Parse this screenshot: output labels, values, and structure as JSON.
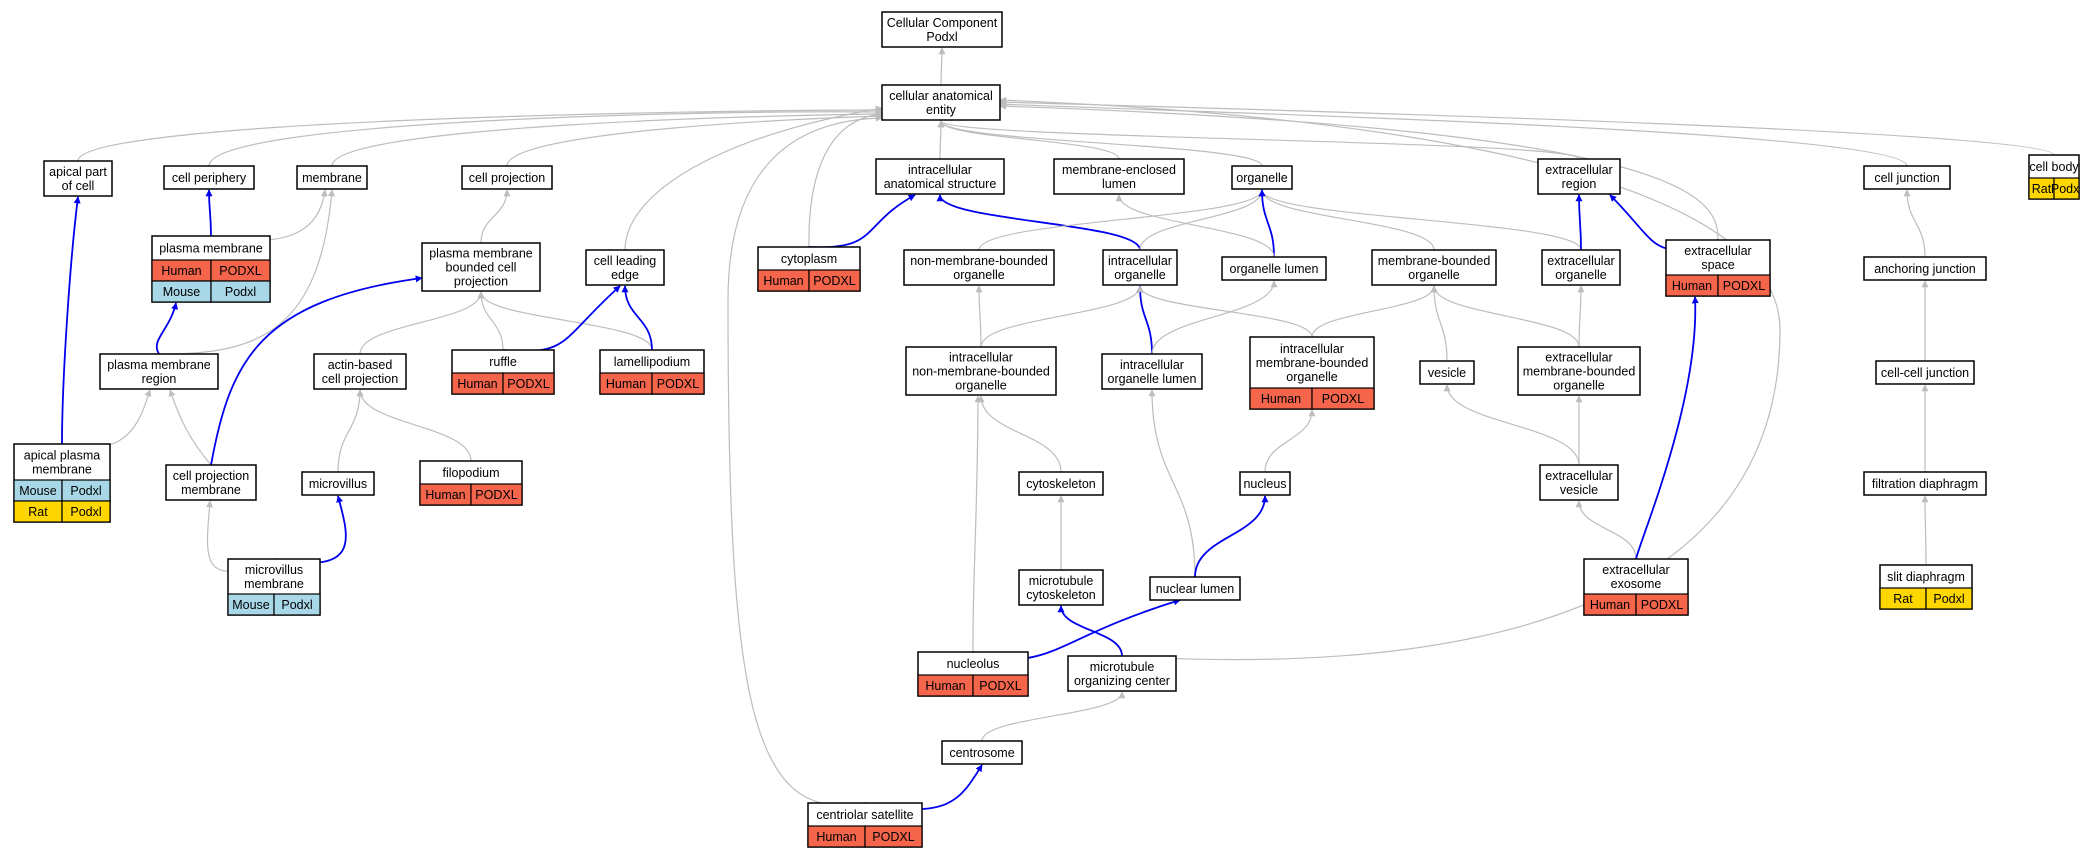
{
  "colors": {
    "gray_edge": "#bdbdbd",
    "blue_edge": "#0000ee",
    "human": "#f4654c",
    "mouse": "#a8d8e8",
    "rat": "#ffd700"
  },
  "nodes": [
    {
      "id": "root",
      "lines": [
        "Cellular Component",
        "Podxl"
      ],
      "badges": []
    },
    {
      "id": "cae",
      "lines": [
        "cellular anatomical",
        "entity"
      ],
      "badges": []
    },
    {
      "id": "apical_part",
      "lines": [
        "apical part",
        "of cell"
      ],
      "badges": []
    },
    {
      "id": "cell_periphery",
      "lines": [
        "cell periphery"
      ],
      "badges": []
    },
    {
      "id": "membrane",
      "lines": [
        "membrane"
      ],
      "badges": []
    },
    {
      "id": "cell_projection",
      "lines": [
        "cell projection"
      ],
      "badges": []
    },
    {
      "id": "ias",
      "lines": [
        "intracellular",
        "anatomical structure"
      ],
      "badges": []
    },
    {
      "id": "mel",
      "lines": [
        "membrane-enclosed",
        "lumen"
      ],
      "badges": []
    },
    {
      "id": "organelle",
      "lines": [
        "organelle"
      ],
      "badges": []
    },
    {
      "id": "ec_region",
      "lines": [
        "extracellular",
        "region"
      ],
      "badges": []
    },
    {
      "id": "cell_junction",
      "lines": [
        "cell junction"
      ],
      "badges": []
    },
    {
      "id": "cell_body",
      "lines": [
        "cell body"
      ],
      "badges": [
        [
          "Rat",
          "Podxl"
        ]
      ]
    },
    {
      "id": "plasma_membrane",
      "lines": [
        "plasma membrane"
      ],
      "badges": [
        [
          "Human",
          "PODXL"
        ],
        [
          "Mouse",
          "Podxl"
        ]
      ]
    },
    {
      "id": "pmbcp",
      "lines": [
        "plasma membrane",
        "bounded cell",
        "projection"
      ],
      "badges": []
    },
    {
      "id": "cle",
      "lines": [
        "cell leading",
        "edge"
      ],
      "badges": []
    },
    {
      "id": "cytoplasm",
      "lines": [
        "cytoplasm"
      ],
      "badges": [
        [
          "Human",
          "PODXL"
        ]
      ]
    },
    {
      "id": "nmbo",
      "lines": [
        "non-membrane-bounded",
        "organelle"
      ],
      "badges": []
    },
    {
      "id": "ic_organelle",
      "lines": [
        "intracellular",
        "organelle"
      ],
      "badges": []
    },
    {
      "id": "organelle_lumen",
      "lines": [
        "organelle lumen"
      ],
      "badges": []
    },
    {
      "id": "mbo",
      "lines": [
        "membrane-bounded",
        "organelle"
      ],
      "badges": []
    },
    {
      "id": "ec_organelle",
      "lines": [
        "extracellular",
        "organelle"
      ],
      "badges": []
    },
    {
      "id": "ec_space",
      "lines": [
        "extracellular",
        "space"
      ],
      "badges": [
        [
          "Human",
          "PODXL"
        ]
      ]
    },
    {
      "id": "anchoring_junction",
      "lines": [
        "anchoring junction"
      ],
      "badges": []
    },
    {
      "id": "pm_region",
      "lines": [
        "plasma membrane",
        "region"
      ],
      "badges": []
    },
    {
      "id": "actin_proj",
      "lines": [
        "actin-based",
        "cell projection"
      ],
      "badges": []
    },
    {
      "id": "ruffle",
      "lines": [
        "ruffle"
      ],
      "badges": [
        [
          "Human",
          "PODXL"
        ]
      ]
    },
    {
      "id": "lamellipodium",
      "lines": [
        "lamellipodium"
      ],
      "badges": [
        [
          "Human",
          "PODXL"
        ]
      ]
    },
    {
      "id": "ic_nmbo",
      "lines": [
        "intracellular",
        "non-membrane-bounded",
        "organelle"
      ],
      "badges": []
    },
    {
      "id": "ic_organelle_lumen",
      "lines": [
        "intracellular",
        "organelle lumen"
      ],
      "badges": []
    },
    {
      "id": "ic_mbo",
      "lines": [
        "intracellular",
        "membrane-bounded",
        "organelle"
      ],
      "badges": [
        [
          "Human",
          "PODXL"
        ]
      ]
    },
    {
      "id": "vesicle",
      "lines": [
        "vesicle"
      ],
      "badges": []
    },
    {
      "id": "ec_mbo",
      "lines": [
        "extracellular",
        "membrane-bounded",
        "organelle"
      ],
      "badges": []
    },
    {
      "id": "cell_cell_junction",
      "lines": [
        "cell-cell junction"
      ],
      "badges": []
    },
    {
      "id": "apical_pm",
      "lines": [
        "apical plasma",
        "membrane"
      ],
      "badges": [
        [
          "Mouse",
          "Podxl"
        ],
        [
          "Rat",
          "Podxl"
        ]
      ]
    },
    {
      "id": "cp_membrane",
      "lines": [
        "cell projection",
        "membrane"
      ],
      "badges": []
    },
    {
      "id": "microvillus",
      "lines": [
        "microvillus"
      ],
      "badges": []
    },
    {
      "id": "filopodium",
      "lines": [
        "filopodium"
      ],
      "badges": [
        [
          "Human",
          "PODXL"
        ]
      ]
    },
    {
      "id": "cytoskeleton",
      "lines": [
        "cytoskeleton"
      ],
      "badges": []
    },
    {
      "id": "nucleus",
      "lines": [
        "nucleus"
      ],
      "badges": []
    },
    {
      "id": "ec_vesicle",
      "lines": [
        "extracellular",
        "vesicle"
      ],
      "badges": []
    },
    {
      "id": "filtration_diaphragm",
      "lines": [
        "filtration diaphragm"
      ],
      "badges": []
    },
    {
      "id": "mv_membrane",
      "lines": [
        "microvillus",
        "membrane"
      ],
      "badges": [
        [
          "Mouse",
          "Podxl"
        ]
      ]
    },
    {
      "id": "mt_cytoskeleton",
      "lines": [
        "microtubule",
        "cytoskeleton"
      ],
      "badges": []
    },
    {
      "id": "nuclear_lumen",
      "lines": [
        "nuclear lumen"
      ],
      "badges": []
    },
    {
      "id": "ec_exosome",
      "lines": [
        "extracellular",
        "exosome"
      ],
      "badges": [
        [
          "Human",
          "PODXL"
        ]
      ]
    },
    {
      "id": "slit_diaphragm",
      "lines": [
        "slit diaphragm"
      ],
      "badges": [
        [
          "Rat",
          "Podxl"
        ]
      ]
    },
    {
      "id": "nucleolus",
      "lines": [
        "nucleolus"
      ],
      "badges": [
        [
          "Human",
          "PODXL"
        ]
      ]
    },
    {
      "id": "mtoc",
      "lines": [
        "microtubule",
        "organizing center"
      ],
      "badges": []
    },
    {
      "id": "centrosome",
      "lines": [
        "centrosome"
      ],
      "badges": []
    },
    {
      "id": "centriolar_satellite",
      "lines": [
        "centriolar satellite"
      ],
      "badges": [
        [
          "Human",
          "PODXL"
        ]
      ]
    }
  ],
  "edges": [
    {
      "from": "cae",
      "to": "root",
      "kind": "gray"
    },
    {
      "from": "apical_part",
      "to": "cae",
      "kind": "gray"
    },
    {
      "from": "cell_periphery",
      "to": "cae",
      "kind": "gray"
    },
    {
      "from": "membrane",
      "to": "cae",
      "kind": "gray"
    },
    {
      "from": "cell_projection",
      "to": "cae",
      "kind": "gray"
    },
    {
      "from": "ias",
      "to": "cae",
      "kind": "gray"
    },
    {
      "from": "mel",
      "to": "cae",
      "kind": "gray"
    },
    {
      "from": "organelle",
      "to": "cae",
      "kind": "gray"
    },
    {
      "from": "ec_region",
      "to": "cae",
      "kind": "gray"
    },
    {
      "from": "cell_junction",
      "to": "cae",
      "kind": "gray"
    },
    {
      "from": "cell_body",
      "to": "cae",
      "kind": "gray"
    },
    {
      "from": "cle",
      "to": "cae",
      "kind": "gray"
    },
    {
      "from": "cytoplasm",
      "to": "cae",
      "kind": "gray"
    },
    {
      "from": "ec_space",
      "to": "cae",
      "kind": "gray"
    },
    {
      "from": "centriolar_satellite",
      "to": "cae",
      "kind": "gray"
    },
    {
      "from": "mtoc",
      "to": "cae",
      "kind": "gray"
    },
    {
      "from": "plasma_membrane",
      "to": "cell_periphery",
      "kind": "blue"
    },
    {
      "from": "plasma_membrane",
      "to": "membrane",
      "kind": "gray"
    },
    {
      "from": "pm_region",
      "to": "membrane",
      "kind": "gray"
    },
    {
      "from": "pm_region",
      "to": "plasma_membrane",
      "kind": "blue"
    },
    {
      "from": "pmbcp",
      "to": "cell_projection",
      "kind": "gray"
    },
    {
      "from": "actin_proj",
      "to": "pmbcp",
      "kind": "gray"
    },
    {
      "from": "ruffle",
      "to": "pmbcp",
      "kind": "gray"
    },
    {
      "from": "lamellipodium",
      "to": "pmbcp",
      "kind": "gray"
    },
    {
      "from": "ruffle",
      "to": "cle",
      "kind": "blue"
    },
    {
      "from": "lamellipodium",
      "to": "cle",
      "kind": "blue"
    },
    {
      "from": "cytoplasm",
      "to": "ias",
      "kind": "blue"
    },
    {
      "from": "ic_organelle",
      "to": "ias",
      "kind": "blue"
    },
    {
      "from": "nmbo",
      "to": "organelle",
      "kind": "gray"
    },
    {
      "from": "ic_organelle",
      "to": "organelle",
      "kind": "gray"
    },
    {
      "from": "mbo",
      "to": "organelle",
      "kind": "gray"
    },
    {
      "from": "ec_organelle",
      "to": "organelle",
      "kind": "gray"
    },
    {
      "from": "organelle_lumen",
      "to": "organelle",
      "kind": "blue"
    },
    {
      "from": "organelle_lumen",
      "to": "mel",
      "kind": "gray"
    },
    {
      "from": "ec_organelle",
      "to": "ec_region",
      "kind": "blue"
    },
    {
      "from": "ec_space",
      "to": "ec_region",
      "kind": "blue"
    },
    {
      "from": "anchoring_junction",
      "to": "cell_junction",
      "kind": "gray"
    },
    {
      "from": "ic_nmbo",
      "to": "nmbo",
      "kind": "gray"
    },
    {
      "from": "ic_nmbo",
      "to": "ic_organelle",
      "kind": "gray"
    },
    {
      "from": "ic_organelle_lumen",
      "to": "ic_organelle",
      "kind": "blue"
    },
    {
      "from": "ic_organelle_lumen",
      "to": "organelle_lumen",
      "kind": "gray"
    },
    {
      "from": "ic_mbo",
      "to": "ic_organelle",
      "kind": "gray"
    },
    {
      "from": "ic_mbo",
      "to": "mbo",
      "kind": "gray"
    },
    {
      "from": "vesicle",
      "to": "mbo",
      "kind": "gray"
    },
    {
      "from": "ec_mbo",
      "to": "mbo",
      "kind": "gray"
    },
    {
      "from": "ec_mbo",
      "to": "ec_organelle",
      "kind": "gray"
    },
    {
      "from": "cell_cell_junction",
      "to": "anchoring_junction",
      "kind": "gray"
    },
    {
      "from": "apical_pm",
      "to": "apical_part",
      "kind": "blue"
    },
    {
      "from": "apical_pm",
      "to": "pm_region",
      "kind": "gray"
    },
    {
      "from": "cp_membrane",
      "to": "pm_region",
      "kind": "gray"
    },
    {
      "from": "cp_membrane",
      "to": "pmbcp",
      "kind": "blue"
    },
    {
      "from": "microvillus",
      "to": "actin_proj",
      "kind": "gray"
    },
    {
      "from": "filopodium",
      "to": "actin_proj",
      "kind": "gray"
    },
    {
      "from": "cytoskeleton",
      "to": "ic_nmbo",
      "kind": "gray"
    },
    {
      "from": "nucleus",
      "to": "ic_mbo",
      "kind": "gray"
    },
    {
      "from": "ec_vesicle",
      "to": "vesicle",
      "kind": "gray"
    },
    {
      "from": "ec_vesicle",
      "to": "ec_mbo",
      "kind": "gray"
    },
    {
      "from": "filtration_diaphragm",
      "to": "cell_cell_junction",
      "kind": "gray"
    },
    {
      "from": "mv_membrane",
      "to": "cp_membrane",
      "kind": "gray"
    },
    {
      "from": "mv_membrane",
      "to": "microvillus",
      "kind": "blue"
    },
    {
      "from": "mt_cytoskeleton",
      "to": "cytoskeleton",
      "kind": "gray"
    },
    {
      "from": "nuclear_lumen",
      "to": "ic_organelle_lumen",
      "kind": "gray"
    },
    {
      "from": "nuclear_lumen",
      "to": "nucleus",
      "kind": "blue"
    },
    {
      "from": "ec_exosome",
      "to": "ec_vesicle",
      "kind": "gray"
    },
    {
      "from": "ec_exosome",
      "to": "ec_space",
      "kind": "blue"
    },
    {
      "from": "slit_diaphragm",
      "to": "filtration_diaphragm",
      "kind": "gray"
    },
    {
      "from": "nucleolus",
      "to": "ic_nmbo",
      "kind": "gray"
    },
    {
      "from": "nucleolus",
      "to": "nuclear_lumen",
      "kind": "blue"
    },
    {
      "from": "mtoc",
      "to": "mt_cytoskeleton",
      "kind": "blue"
    },
    {
      "from": "centrosome",
      "to": "mtoc",
      "kind": "gray"
    },
    {
      "from": "centriolar_satellite",
      "to": "centrosome",
      "kind": "blue"
    }
  ]
}
